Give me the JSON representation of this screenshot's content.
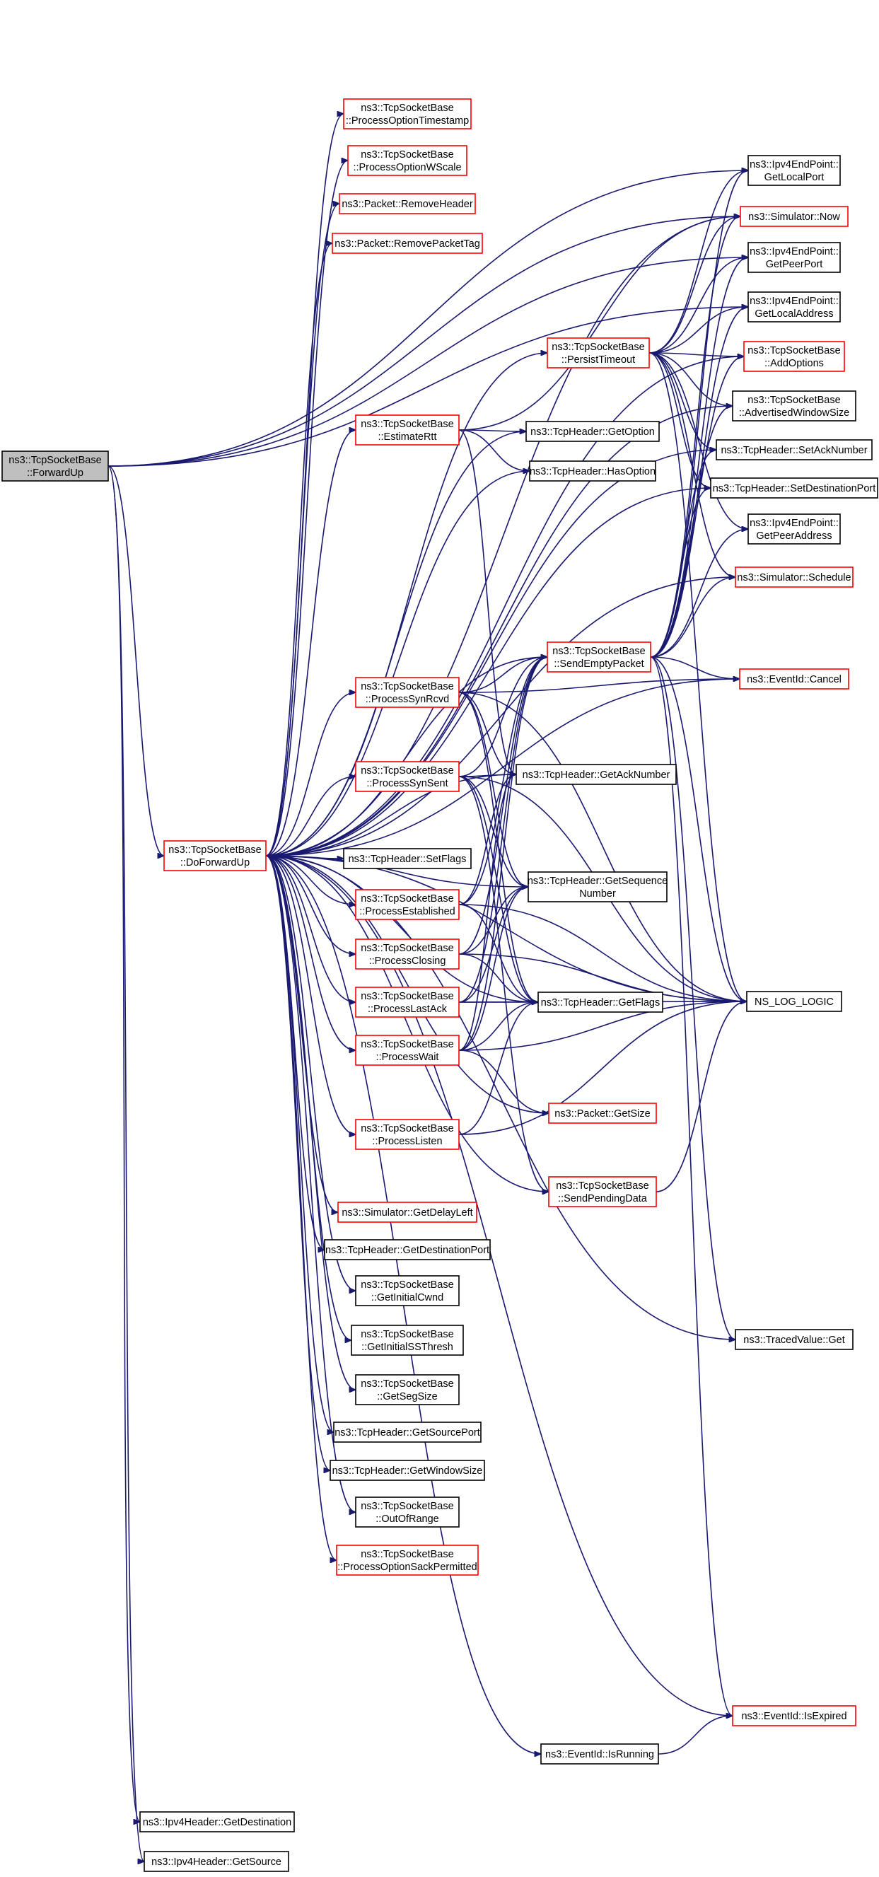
{
  "colors": {
    "edge": "#191970",
    "focus_fill": "#bfbfbf",
    "linked_border": "#ff0000",
    "plain_border": "#000000",
    "node_fill": "#ffffff"
  },
  "nodes": {
    "forwardup": {
      "lines": [
        "ns3::TcpSocketBase",
        "::ForwardUp"
      ],
      "kind": "focus"
    },
    "doforwardup": {
      "lines": [
        "ns3::TcpSocketBase",
        "::DoForwardUp"
      ],
      "kind": "red"
    },
    "getdestination": {
      "lines": [
        "ns3::Ipv4Header::GetDestination"
      ],
      "kind": "black"
    },
    "getsource": {
      "lines": [
        "ns3::Ipv4Header::GetSource"
      ],
      "kind": "black"
    },
    "optts": {
      "lines": [
        "ns3::TcpSocketBase",
        "::ProcessOptionTimestamp"
      ],
      "kind": "red"
    },
    "optws": {
      "lines": [
        "ns3::TcpSocketBase",
        "::ProcessOptionWScale"
      ],
      "kind": "red"
    },
    "removeheader": {
      "lines": [
        "ns3::Packet::RemoveHeader"
      ],
      "kind": "red"
    },
    "removepackettag": {
      "lines": [
        "ns3::Packet::RemovePacketTag"
      ],
      "kind": "red"
    },
    "persisttimeout": {
      "lines": [
        "ns3::TcpSocketBase",
        "::PersistTimeout"
      ],
      "kind": "red"
    },
    "estimatertt": {
      "lines": [
        "ns3::TcpSocketBase",
        "::EstimateRtt"
      ],
      "kind": "red"
    },
    "getoption": {
      "lines": [
        "ns3::TcpHeader::GetOption"
      ],
      "kind": "black"
    },
    "hasoption": {
      "lines": [
        "ns3::TcpHeader::HasOption"
      ],
      "kind": "black"
    },
    "sendemptypacket": {
      "lines": [
        "ns3::TcpSocketBase",
        "::SendEmptyPacket"
      ],
      "kind": "red"
    },
    "synrcvd": {
      "lines": [
        "ns3::TcpSocketBase",
        "::ProcessSynRcvd"
      ],
      "kind": "red"
    },
    "synsent": {
      "lines": [
        "ns3::TcpSocketBase",
        "::ProcessSynSent"
      ],
      "kind": "red"
    },
    "getacknumber": {
      "lines": [
        "ns3::TcpHeader::GetAckNumber"
      ],
      "kind": "black"
    },
    "setflags": {
      "lines": [
        "ns3::TcpHeader::SetFlags"
      ],
      "kind": "black"
    },
    "established": {
      "lines": [
        "ns3::TcpSocketBase",
        "::ProcessEstablished"
      ],
      "kind": "red"
    },
    "getsequence": {
      "lines": [
        "ns3::TcpHeader::GetSequence",
        "Number"
      ],
      "kind": "black"
    },
    "closing": {
      "lines": [
        "ns3::TcpSocketBase",
        "::ProcessClosing"
      ],
      "kind": "red"
    },
    "lastack": {
      "lines": [
        "ns3::TcpSocketBase",
        "::ProcessLastAck"
      ],
      "kind": "red"
    },
    "getflags": {
      "lines": [
        "ns3::TcpHeader::GetFlags"
      ],
      "kind": "black"
    },
    "wait": {
      "lines": [
        "ns3::TcpSocketBase",
        "::ProcessWait"
      ],
      "kind": "red"
    },
    "getsize": {
      "lines": [
        "ns3::Packet::GetSize"
      ],
      "kind": "red"
    },
    "listen": {
      "lines": [
        "ns3::TcpSocketBase",
        "::ProcessListen"
      ],
      "kind": "red"
    },
    "sendpending": {
      "lines": [
        "ns3::TcpSocketBase",
        "::SendPendingData"
      ],
      "kind": "red"
    },
    "getdelayleft": {
      "lines": [
        "ns3::Simulator::GetDelayLeft"
      ],
      "kind": "red"
    },
    "getdestport": {
      "lines": [
        "ns3::TcpHeader::GetDestinationPort"
      ],
      "kind": "black"
    },
    "getinitialcwnd": {
      "lines": [
        "ns3::TcpSocketBase",
        "::GetInitialCwnd"
      ],
      "kind": "black"
    },
    "getinitialss": {
      "lines": [
        "ns3::TcpSocketBase",
        "::GetInitialSSThresh"
      ],
      "kind": "black"
    },
    "getsegsize": {
      "lines": [
        "ns3::TcpSocketBase",
        "::GetSegSize"
      ],
      "kind": "black"
    },
    "getsourceport": {
      "lines": [
        "ns3::TcpHeader::GetSourcePort"
      ],
      "kind": "black"
    },
    "getwindowsize": {
      "lines": [
        "ns3::TcpHeader::GetWindowSize"
      ],
      "kind": "black"
    },
    "outofrange": {
      "lines": [
        "ns3::TcpSocketBase",
        "::OutOfRange"
      ],
      "kind": "black"
    },
    "sackperm": {
      "lines": [
        "ns3::TcpSocketBase",
        "::ProcessOptionSackPermitted"
      ],
      "kind": "red"
    },
    "isrunning": {
      "lines": [
        "ns3::EventId::IsRunning"
      ],
      "kind": "black"
    },
    "getlocalport": {
      "lines": [
        "ns3::Ipv4EndPoint::",
        "GetLocalPort"
      ],
      "kind": "black"
    },
    "simnow": {
      "lines": [
        "ns3::Simulator::Now"
      ],
      "kind": "red"
    },
    "getpeerport": {
      "lines": [
        "ns3::Ipv4EndPoint::",
        "GetPeerPort"
      ],
      "kind": "black"
    },
    "getlocaladdr": {
      "lines": [
        "ns3::Ipv4EndPoint::",
        "GetLocalAddress"
      ],
      "kind": "black"
    },
    "addoptions": {
      "lines": [
        "ns3::TcpSocketBase",
        "::AddOptions"
      ],
      "kind": "red"
    },
    "advwin": {
      "lines": [
        "ns3::TcpSocketBase",
        "::AdvertisedWindowSize"
      ],
      "kind": "black"
    },
    "setacknumber": {
      "lines": [
        "ns3::TcpHeader::SetAckNumber"
      ],
      "kind": "black"
    },
    "setdestport": {
      "lines": [
        "ns3::TcpHeader::SetDestinationPort"
      ],
      "kind": "black"
    },
    "getpeeraddr": {
      "lines": [
        "ns3::Ipv4EndPoint::",
        "GetPeerAddress"
      ],
      "kind": "black"
    },
    "schedule": {
      "lines": [
        "ns3::Simulator::Schedule"
      ],
      "kind": "red"
    },
    "cancel": {
      "lines": [
        "ns3::EventId::Cancel"
      ],
      "kind": "red"
    },
    "nslog": {
      "lines": [
        "NS_LOG_LOGIC"
      ],
      "kind": "black"
    },
    "tracedget": {
      "lines": [
        "ns3::TracedValue::Get"
      ],
      "kind": "black"
    },
    "isexpired": {
      "lines": [
        "ns3::EventId::IsExpired"
      ],
      "kind": "red"
    }
  },
  "edges": [
    [
      "forwardup",
      "doforwardup"
    ],
    [
      "forwardup",
      "getdestination"
    ],
    [
      "forwardup",
      "getsource"
    ],
    [
      "forwardup",
      "getlocalport"
    ],
    [
      "forwardup",
      "simnow"
    ],
    [
      "forwardup",
      "getpeerport"
    ],
    [
      "forwardup",
      "getlocaladdr"
    ],
    [
      "doforwardup",
      "optts"
    ],
    [
      "doforwardup",
      "optws"
    ],
    [
      "doforwardup",
      "removeheader"
    ],
    [
      "doforwardup",
      "removepackettag"
    ],
    [
      "doforwardup",
      "persisttimeout"
    ],
    [
      "doforwardup",
      "estimatertt"
    ],
    [
      "doforwardup",
      "getoption"
    ],
    [
      "doforwardup",
      "hasoption"
    ],
    [
      "doforwardup",
      "sendemptypacket"
    ],
    [
      "doforwardup",
      "synrcvd"
    ],
    [
      "doforwardup",
      "synsent"
    ],
    [
      "doforwardup",
      "getacknumber"
    ],
    [
      "doforwardup",
      "setflags"
    ],
    [
      "doforwardup",
      "established"
    ],
    [
      "doforwardup",
      "getsequence"
    ],
    [
      "doforwardup",
      "closing"
    ],
    [
      "doforwardup",
      "lastack"
    ],
    [
      "doforwardup",
      "getflags"
    ],
    [
      "doforwardup",
      "wait"
    ],
    [
      "doforwardup",
      "getsize"
    ],
    [
      "doforwardup",
      "listen"
    ],
    [
      "doforwardup",
      "sendpending"
    ],
    [
      "doforwardup",
      "getdelayleft"
    ],
    [
      "doforwardup",
      "getdestport"
    ],
    [
      "doforwardup",
      "getinitialcwnd"
    ],
    [
      "doforwardup",
      "getinitialss"
    ],
    [
      "doforwardup",
      "getsegsize"
    ],
    [
      "doforwardup",
      "getsourceport"
    ],
    [
      "doforwardup",
      "getwindowsize"
    ],
    [
      "doforwardup",
      "outofrange"
    ],
    [
      "doforwardup",
      "sackperm"
    ],
    [
      "doforwardup",
      "isrunning"
    ],
    [
      "doforwardup",
      "simnow"
    ],
    [
      "doforwardup",
      "addoptions"
    ],
    [
      "doforwardup",
      "advwin"
    ],
    [
      "doforwardup",
      "setacknumber"
    ],
    [
      "doforwardup",
      "setdestport"
    ],
    [
      "doforwardup",
      "schedule"
    ],
    [
      "doforwardup",
      "cancel"
    ],
    [
      "doforwardup",
      "nslog"
    ],
    [
      "doforwardup",
      "tracedget"
    ],
    [
      "doforwardup",
      "isexpired"
    ],
    [
      "persisttimeout",
      "getlocalport"
    ],
    [
      "persisttimeout",
      "simnow"
    ],
    [
      "persisttimeout",
      "getpeerport"
    ],
    [
      "persisttimeout",
      "getlocaladdr"
    ],
    [
      "persisttimeout",
      "addoptions"
    ],
    [
      "persisttimeout",
      "advwin"
    ],
    [
      "persisttimeout",
      "setacknumber"
    ],
    [
      "persisttimeout",
      "setdestport"
    ],
    [
      "persisttimeout",
      "getpeeraddr"
    ],
    [
      "persisttimeout",
      "schedule"
    ],
    [
      "persisttimeout",
      "nslog"
    ],
    [
      "estimatertt",
      "getoption"
    ],
    [
      "estimatertt",
      "hasoption"
    ],
    [
      "estimatertt",
      "simnow"
    ],
    [
      "estimatertt",
      "getacknumber"
    ],
    [
      "sendemptypacket",
      "getlocalport"
    ],
    [
      "sendemptypacket",
      "simnow"
    ],
    [
      "sendemptypacket",
      "getpeerport"
    ],
    [
      "sendemptypacket",
      "getlocaladdr"
    ],
    [
      "sendemptypacket",
      "addoptions"
    ],
    [
      "sendemptypacket",
      "advwin"
    ],
    [
      "sendemptypacket",
      "setacknumber"
    ],
    [
      "sendemptypacket",
      "setdestport"
    ],
    [
      "sendemptypacket",
      "getpeeraddr"
    ],
    [
      "sendemptypacket",
      "schedule"
    ],
    [
      "sendemptypacket",
      "cancel"
    ],
    [
      "sendemptypacket",
      "nslog"
    ],
    [
      "sendemptypacket",
      "tracedget"
    ],
    [
      "sendemptypacket",
      "isexpired"
    ],
    [
      "synrcvd",
      "sendemptypacket"
    ],
    [
      "synrcvd",
      "cancel"
    ],
    [
      "synrcvd",
      "getacknumber"
    ],
    [
      "synrcvd",
      "getsequence"
    ],
    [
      "synrcvd",
      "getflags"
    ],
    [
      "synrcvd",
      "nslog"
    ],
    [
      "synsent",
      "sendemptypacket"
    ],
    [
      "synsent",
      "getacknumber"
    ],
    [
      "synsent",
      "getsequence"
    ],
    [
      "synsent",
      "getflags"
    ],
    [
      "synsent",
      "nslog"
    ],
    [
      "synsent",
      "sendpending"
    ],
    [
      "established",
      "sendemptypacket"
    ],
    [
      "established",
      "getacknumber"
    ],
    [
      "established",
      "getflags"
    ],
    [
      "established",
      "nslog"
    ],
    [
      "closing",
      "sendemptypacket"
    ],
    [
      "closing",
      "getsequence"
    ],
    [
      "closing",
      "getflags"
    ],
    [
      "closing",
      "nslog"
    ],
    [
      "lastack",
      "sendemptypacket"
    ],
    [
      "lastack",
      "getsequence"
    ],
    [
      "lastack",
      "getflags"
    ],
    [
      "lastack",
      "nslog"
    ],
    [
      "wait",
      "sendemptypacket"
    ],
    [
      "wait",
      "getacknumber"
    ],
    [
      "wait",
      "getsequence"
    ],
    [
      "wait",
      "getflags"
    ],
    [
      "wait",
      "nslog"
    ],
    [
      "wait",
      "getsize"
    ],
    [
      "listen",
      "getflags"
    ],
    [
      "listen",
      "nslog"
    ],
    [
      "sendpending",
      "nslog"
    ],
    [
      "isrunning",
      "isexpired"
    ]
  ]
}
